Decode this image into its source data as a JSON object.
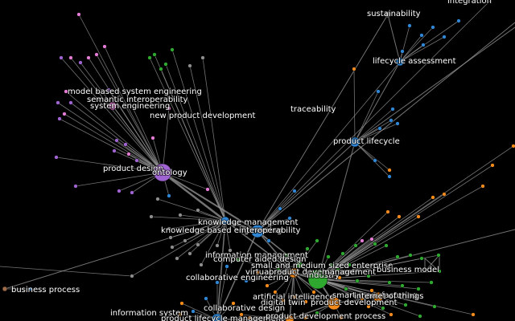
{
  "colors": {
    "background": "#000000",
    "edge": "#9a9a9a",
    "label": "#ffffff",
    "purple": "#a064d2",
    "pink": "#e27bd2",
    "blue": "#2e86d4",
    "green": "#2ea82e",
    "orange": "#f28a1c",
    "gray": "#8c8c8c",
    "brown": "#9e6b4a"
  },
  "graph": {
    "labels": {
      "sustainability": "sustainability",
      "integration": "integration",
      "lifecycle_assessment": "lifecycle assessment",
      "model_based_se": "model based system engineering",
      "semantic_interop": "semantic interoperability",
      "system_engineering": "system engineering",
      "new_product_dev": "new product development",
      "traceability": "traceability",
      "product_lifecycle": "product lifecycle",
      "product_design": "product design",
      "ontology": "ontology",
      "knowledge_management": "knowledge management",
      "knowledge_based_eng": "knowledge based engineering",
      "interoperability": "interoperability",
      "information_management": "information management",
      "computer_aided_design": "computer aided design",
      "sme": "small and medium sized enterprise",
      "business_model": "business model",
      "virtual_reality": "virtual reality",
      "product_development": "product development",
      "collaborative_engineering": "collaborative engineering",
      "industry": "industry",
      "management": "management",
      "business_process": "business process",
      "artificial_intelligence": "artificial intelligence",
      "digital_twin": "digital twin",
      "smart_manufacturing": "smart manufacturing",
      "internet_of_things": "internet of things",
      "product_development_2": "product development",
      "collaborative_design": "collaborative design",
      "information_system": "information system",
      "plm": "product lifecycle management",
      "product_development_process": "product development process"
    }
  }
}
